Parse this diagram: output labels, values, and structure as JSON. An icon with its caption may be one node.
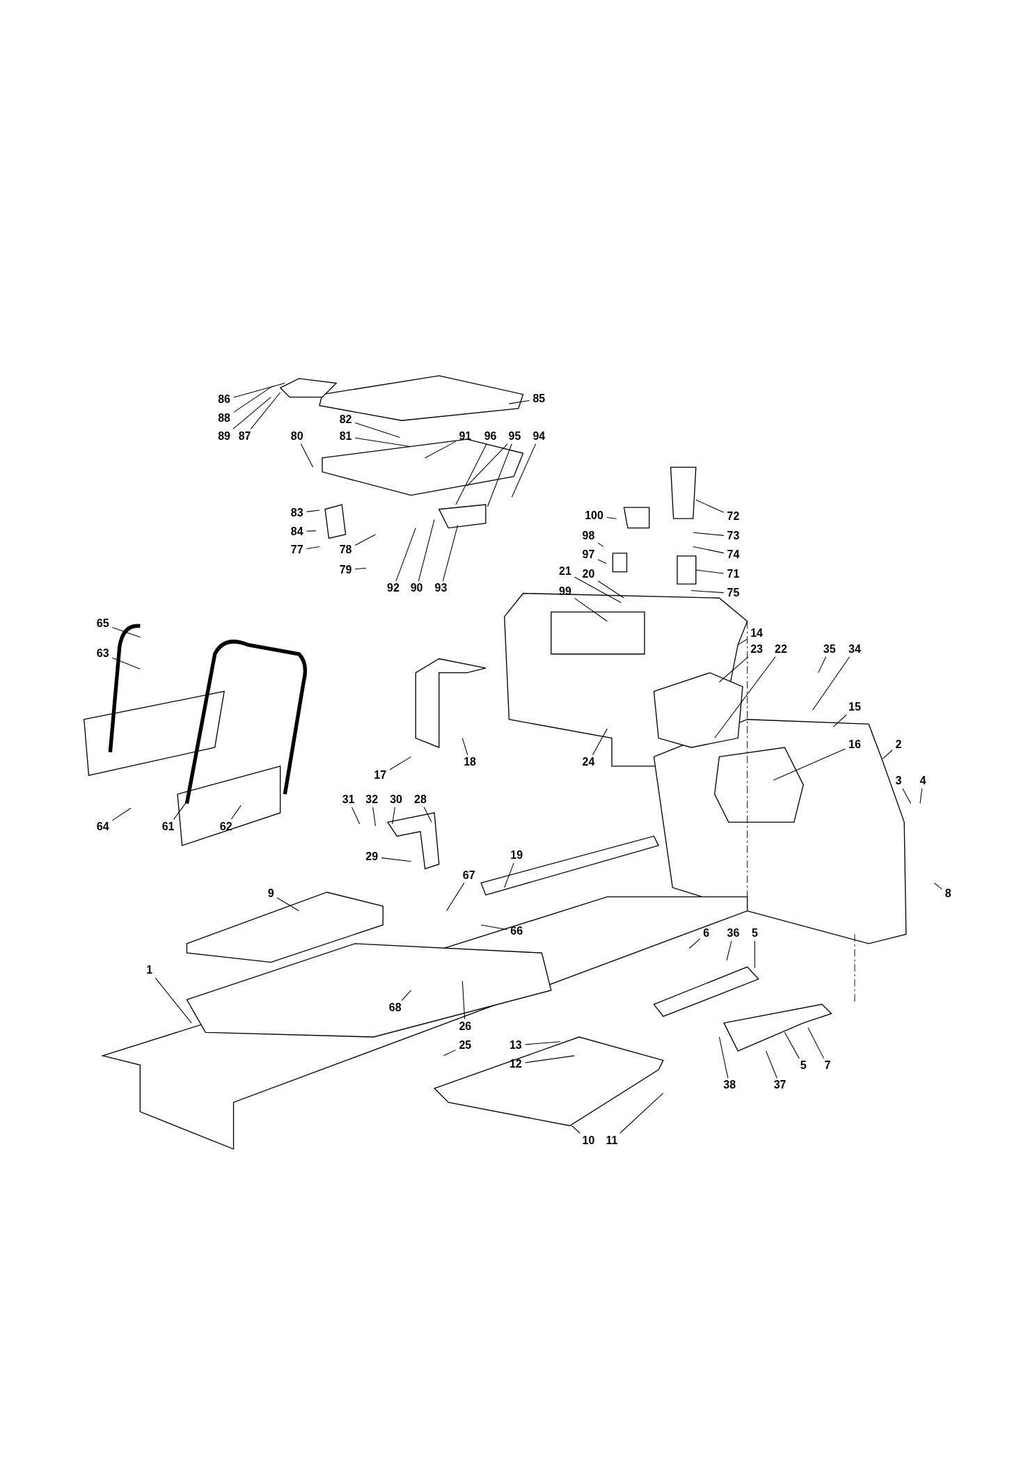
{
  "diagram": {
    "nodes": [
      {
        "text": [
          "86"
        ]
      },
      {
        "text": [
          "85"
        ]
      },
      {
        "text": [
          "88"
        ]
      },
      {
        "text": [
          "82"
        ]
      },
      {
        "text": [
          "89"
        ]
      },
      {
        "text": [
          "87"
        ]
      },
      {
        "text": [
          "80"
        ]
      },
      {
        "text": [
          "81"
        ]
      },
      {
        "text": [
          "91"
        ]
      },
      {
        "text": [
          "96"
        ]
      },
      {
        "text": [
          "95"
        ]
      },
      {
        "text": [
          "94"
        ]
      },
      {
        "text": [
          "83"
        ]
      },
      {
        "text": [
          "100"
        ]
      },
      {
        "text": [
          "72"
        ]
      },
      {
        "text": [
          "84"
        ]
      },
      {
        "text": [
          "98"
        ]
      },
      {
        "text": [
          "73"
        ]
      },
      {
        "text": [
          "77"
        ]
      },
      {
        "text": [
          "78"
        ]
      },
      {
        "text": [
          "97"
        ]
      },
      {
        "text": [
          "74"
        ]
      },
      {
        "text": [
          "79"
        ]
      },
      {
        "text": [
          "21"
        ]
      },
      {
        "text": [
          "20"
        ]
      },
      {
        "text": [
          "71"
        ]
      },
      {
        "text": [
          "92"
        ]
      },
      {
        "text": [
          "90"
        ]
      },
      {
        "text": [
          "93"
        ]
      },
      {
        "text": [
          "99"
        ]
      },
      {
        "text": [
          "75"
        ]
      },
      {
        "text": [
          "65"
        ]
      },
      {
        "text": [
          "14"
        ]
      },
      {
        "text": [
          "63"
        ]
      },
      {
        "text": [
          "23"
        ]
      },
      {
        "text": [
          "22"
        ]
      },
      {
        "text": [
          "35"
        ]
      },
      {
        "text": [
          "34"
        ]
      },
      {
        "text": [
          "15"
        ]
      },
      {
        "text": [
          "16"
        ]
      },
      {
        "text": [
          "2"
        ]
      },
      {
        "text": [
          "18"
        ]
      },
      {
        "text": [
          "24"
        ]
      },
      {
        "text": [
          "17"
        ]
      },
      {
        "text": [
          "3"
        ]
      },
      {
        "text": [
          "4"
        ]
      },
      {
        "text": [
          "31"
        ]
      },
      {
        "text": [
          "32"
        ]
      },
      {
        "text": [
          "30"
        ]
      },
      {
        "text": [
          "28"
        ]
      },
      {
        "text": [
          "64"
        ]
      },
      {
        "text": [
          "61"
        ]
      },
      {
        "text": [
          "62"
        ]
      },
      {
        "text": [
          "29"
        ]
      },
      {
        "text": [
          "19"
        ]
      },
      {
        "text": [
          "67"
        ]
      },
      {
        "text": [
          "9"
        ]
      },
      {
        "text": [
          "8"
        ]
      },
      {
        "text": [
          "66"
        ]
      },
      {
        "text": [
          "6"
        ]
      },
      {
        "text": [
          "36"
        ]
      },
      {
        "text": [
          "5"
        ]
      },
      {
        "text": [
          "1"
        ]
      },
      {
        "text": [
          "68"
        ]
      },
      {
        "text": [
          "26"
        ]
      },
      {
        "text": [
          "25"
        ]
      },
      {
        "text": [
          "13"
        ]
      },
      {
        "text": [
          "12"
        ]
      },
      {
        "text": [
          "5"
        ]
      },
      {
        "text": [
          "7"
        ]
      },
      {
        "text": [
          "38"
        ]
      },
      {
        "text": [
          "37"
        ]
      },
      {
        "text": [
          "10"
        ]
      },
      {
        "text": [
          "11"
        ]
      }
    ],
    "edges": [
      {
        "from": 0,
        "to": null,
        "arrow": "none"
      },
      {
        "from": 1,
        "to": null,
        "arrow": "none"
      },
      {
        "from": 2,
        "to": null,
        "arrow": "none"
      },
      {
        "from": 3,
        "to": null,
        "arrow": "none"
      },
      {
        "from": 4,
        "to": null,
        "arrow": "none"
      },
      {
        "from": 5,
        "to": null,
        "arrow": "none"
      },
      {
        "from": 6,
        "to": null,
        "arrow": "none"
      },
      {
        "from": 7,
        "to": null,
        "arrow": "none"
      },
      {
        "from": 8,
        "to": null,
        "arrow": "none"
      },
      {
        "from": 9,
        "to": null,
        "arrow": "none"
      },
      {
        "from": 10,
        "to": null,
        "arrow": "none"
      },
      {
        "from": 10,
        "to": null,
        "arrow": "none"
      },
      {
        "from": 11,
        "to": null,
        "arrow": "none"
      },
      {
        "from": 12,
        "to": null,
        "arrow": "none"
      },
      {
        "from": 13,
        "to": null,
        "arrow": "none"
      },
      {
        "from": 14,
        "to": null,
        "arrow": "none"
      },
      {
        "from": 15,
        "to": null,
        "arrow": "none"
      },
      {
        "from": 16,
        "to": null,
        "arrow": "none"
      },
      {
        "from": 17,
        "to": null,
        "arrow": "none"
      },
      {
        "from": 18,
        "to": null,
        "arrow": "none"
      },
      {
        "from": 19,
        "to": null,
        "arrow": "none"
      },
      {
        "from": 20,
        "to": null,
        "arrow": "none"
      },
      {
        "from": 21,
        "to": null,
        "arrow": "none"
      },
      {
        "from": 22,
        "to": null,
        "arrow": "none"
      },
      {
        "from": 23,
        "to": null,
        "arrow": "none"
      },
      {
        "from": 24,
        "to": null,
        "arrow": "none"
      },
      {
        "from": 25,
        "to": null,
        "arrow": "none"
      },
      {
        "from": 26,
        "to": null,
        "arrow": "none"
      },
      {
        "from": 27,
        "to": null,
        "arrow": "none"
      },
      {
        "from": 28,
        "to": null,
        "arrow": "none"
      },
      {
        "from": 29,
        "to": null,
        "arrow": "none"
      },
      {
        "from": 30,
        "to": null,
        "arrow": "none"
      },
      {
        "from": 31,
        "to": null,
        "arrow": "none"
      },
      {
        "from": 32,
        "to": null,
        "arrow": "none"
      },
      {
        "from": 33,
        "to": null,
        "arrow": "none"
      },
      {
        "from": 34,
        "to": null,
        "arrow": "none"
      },
      {
        "from": 35,
        "to": null,
        "arrow": "none"
      },
      {
        "from": 36,
        "to": null,
        "arrow": "none"
      },
      {
        "from": 37,
        "to": null,
        "arrow": "none"
      },
      {
        "from": 38,
        "to": null,
        "arrow": "none"
      },
      {
        "from": 39,
        "to": null,
        "arrow": "none"
      },
      {
        "from": 40,
        "to": null,
        "arrow": "none"
      },
      {
        "from": 41,
        "to": null,
        "arrow": "none"
      },
      {
        "from": 42,
        "to": null,
        "arrow": "none"
      },
      {
        "from": 43,
        "to": null,
        "arrow": "none"
      },
      {
        "from": 44,
        "to": null,
        "arrow": "none"
      },
      {
        "from": 45,
        "to": null,
        "arrow": "none"
      },
      {
        "from": 46,
        "to": null,
        "arrow": "none"
      },
      {
        "from": 47,
        "to": null,
        "arrow": "none"
      },
      {
        "from": 48,
        "to": null,
        "arrow": "none"
      },
      {
        "from": 49,
        "to": null,
        "arrow": "none"
      },
      {
        "from": 50,
        "to": null,
        "arrow": "none"
      },
      {
        "from": 51,
        "to": null,
        "arrow": "none"
      },
      {
        "from": 52,
        "to": null,
        "arrow": "none"
      },
      {
        "from": 53,
        "to": null,
        "arrow": "none"
      },
      {
        "from": 54,
        "to": null,
        "arrow": "none"
      },
      {
        "from": 55,
        "to": null,
        "arrow": "none"
      },
      {
        "from": 56,
        "to": null,
        "arrow": "none"
      },
      {
        "from": 57,
        "to": null,
        "arrow": "none"
      },
      {
        "from": 58,
        "to": null,
        "arrow": "none"
      },
      {
        "from": 59,
        "to": null,
        "arrow": "none"
      },
      {
        "from": 60,
        "to": null,
        "arrow": "none"
      },
      {
        "from": 61,
        "to": null,
        "arrow": "none"
      },
      {
        "from": 62,
        "to": null,
        "arrow": "none"
      },
      {
        "from": 63,
        "to": null,
        "arrow": "none"
      },
      {
        "from": 64,
        "to": null,
        "arrow": "none"
      },
      {
        "from": 65,
        "to": null,
        "arrow": "none"
      },
      {
        "from": 66,
        "to": null,
        "arrow": "none"
      },
      {
        "from": 67,
        "to": null,
        "arrow": "none"
      },
      {
        "from": 68,
        "to": null,
        "arrow": "none"
      },
      {
        "from": 69,
        "to": null,
        "arrow": "none"
      },
      {
        "from": 70,
        "to": null,
        "arrow": "none"
      },
      {
        "from": 71,
        "to": null,
        "arrow": "none"
      },
      {
        "from": 72,
        "to": null,
        "arrow": "none"
      },
      {
        "from": 73,
        "to": null,
        "arrow": "none"
      }
    ]
  }
}
